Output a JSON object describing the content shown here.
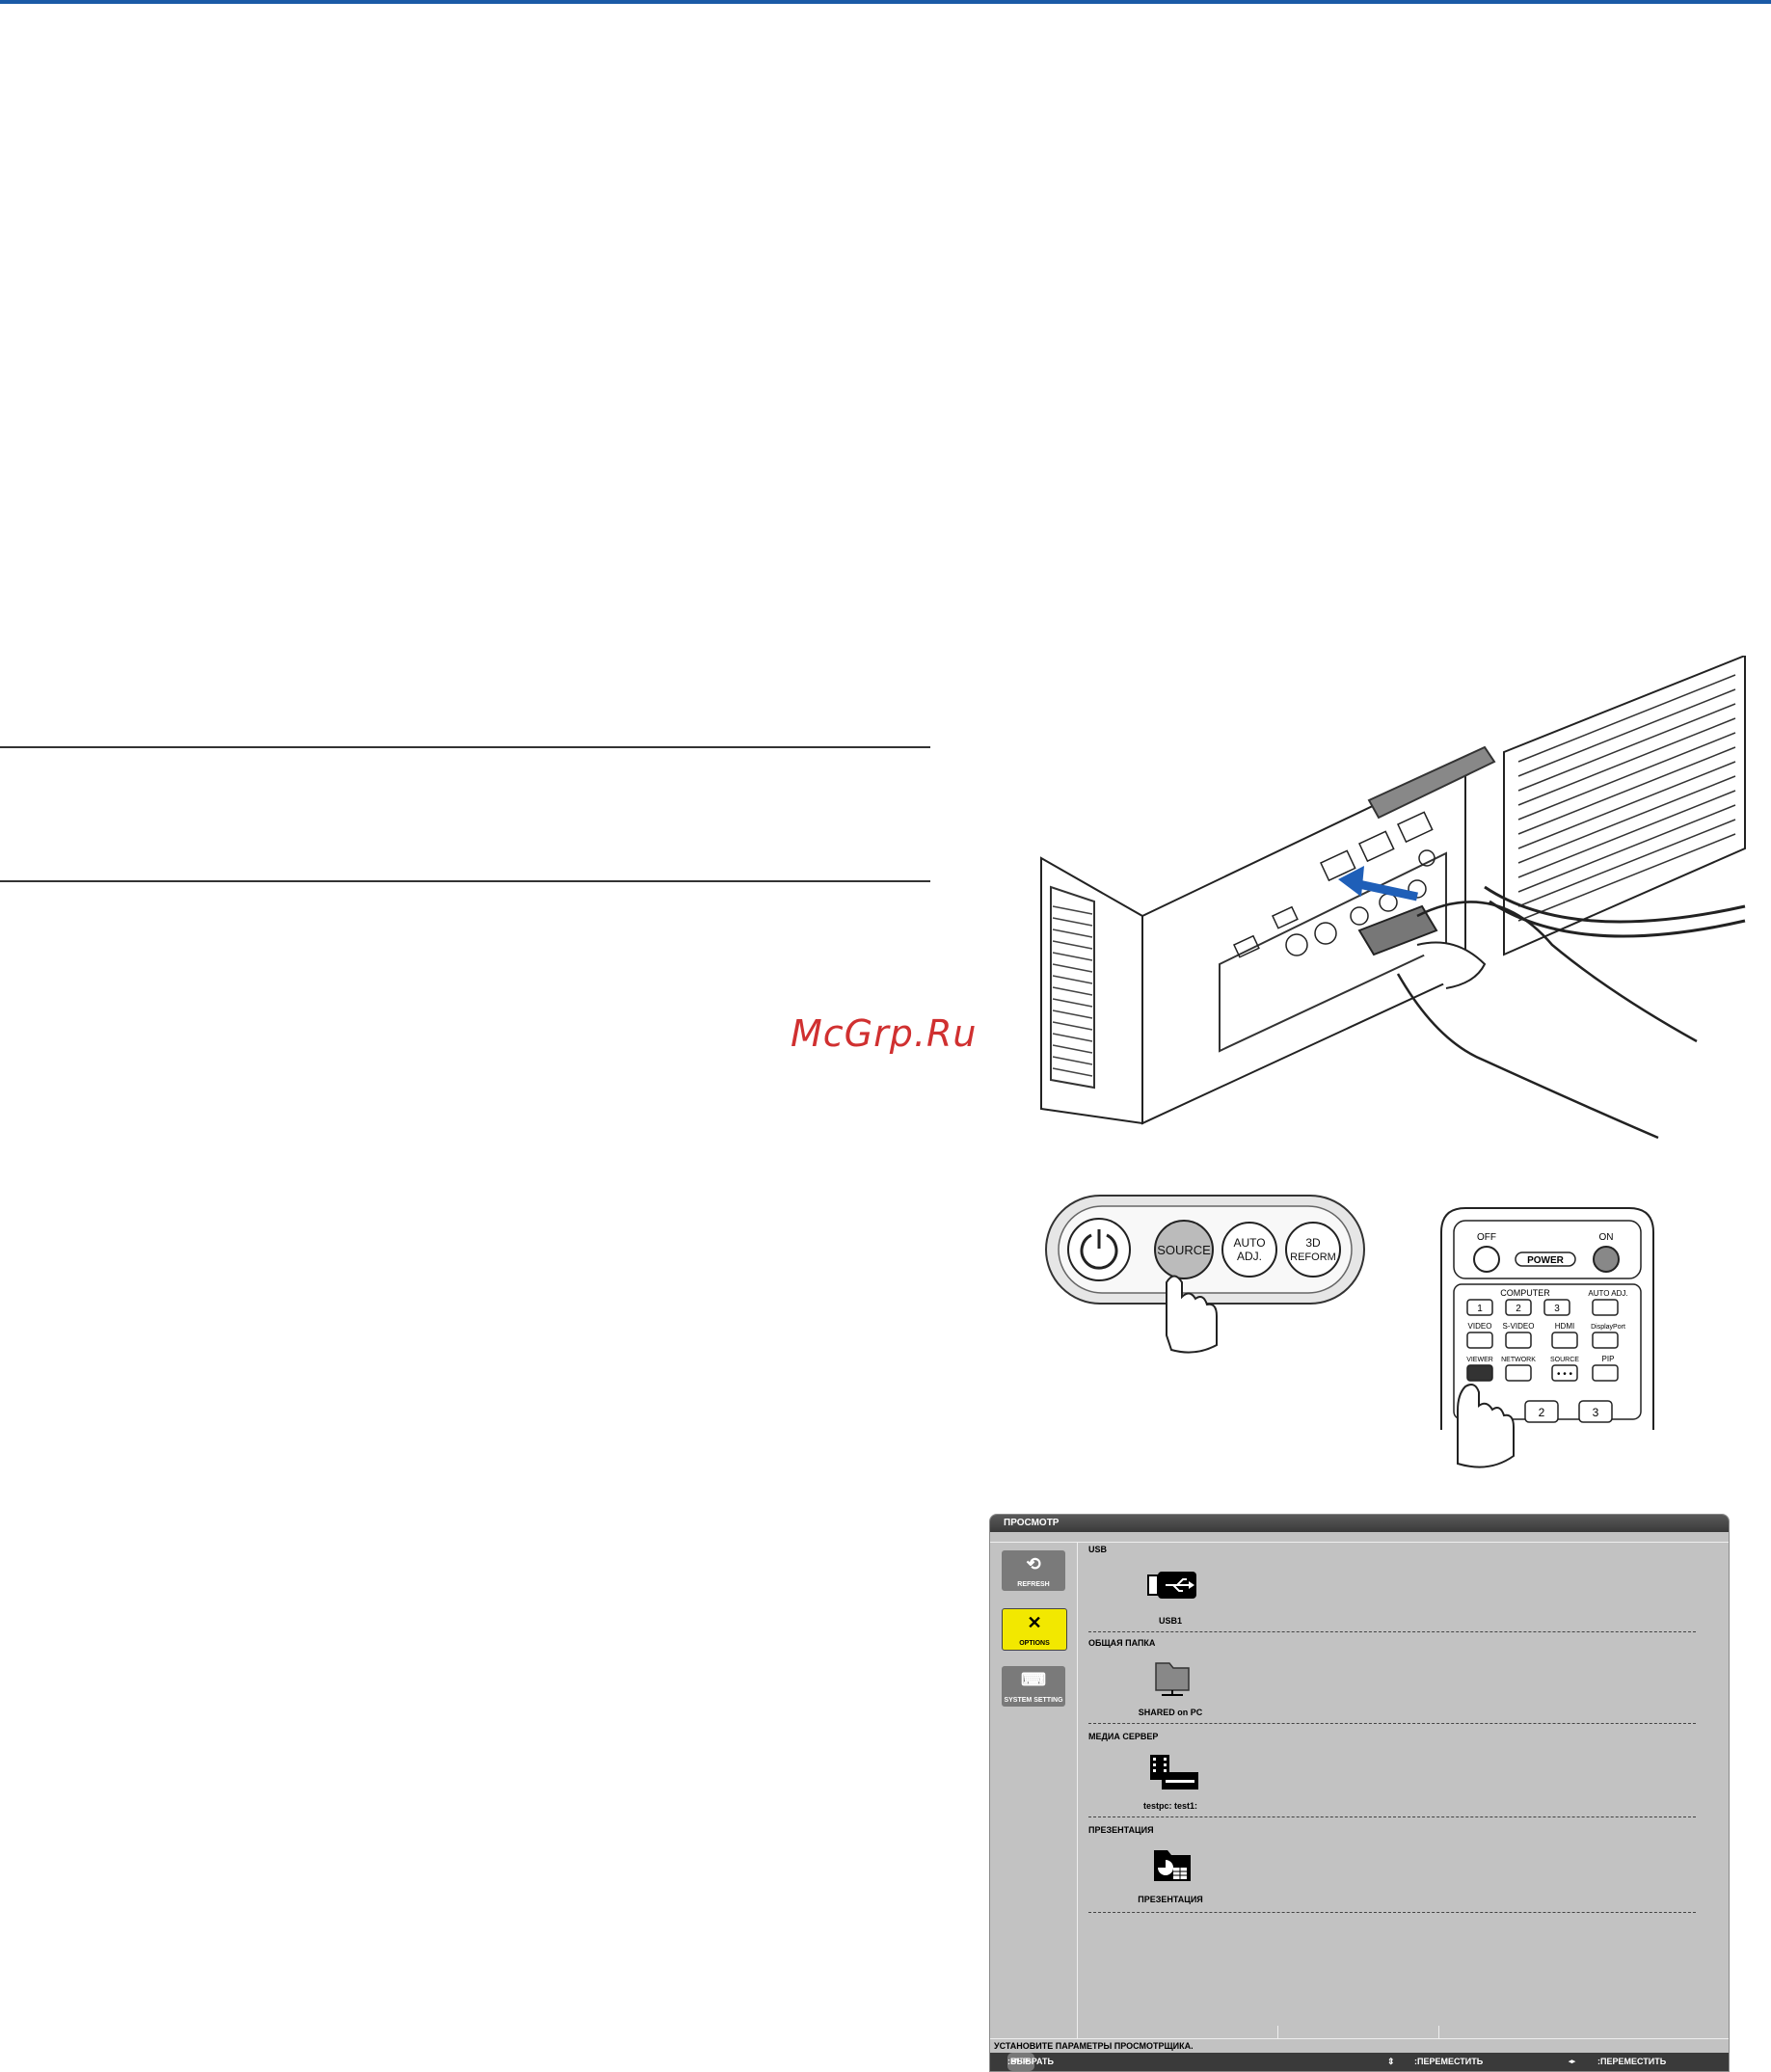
{
  "watermark": "McGrp.Ru",
  "panel": {
    "buttons": [
      "SOURCE",
      "AUTO ADJ.",
      "3D REFORM"
    ]
  },
  "remote": {
    "power": {
      "off": "OFF",
      "label": "POWER",
      "on": "ON"
    },
    "computer_label": "COMPUTER",
    "auto_adj": "AUTO ADJ.",
    "row1": [
      "1",
      "2",
      "3"
    ],
    "row2": [
      "VIDEO",
      "S-VIDEO",
      "HDMI",
      "DisplayPort"
    ],
    "row3": [
      "VIEWER",
      "NETWORK",
      "SOURCE",
      "PIP"
    ],
    "keys": [
      "2",
      "3"
    ]
  },
  "viewer": {
    "title": "ПРОСМОТР",
    "side": [
      {
        "label": "REFRESH",
        "icon": "refresh-icon",
        "active": false
      },
      {
        "label": "OPTIONS",
        "icon": "tools-icon",
        "active": true
      },
      {
        "label": "SYSTEM SETTING",
        "icon": "keyboard-wrench-icon",
        "active": false
      }
    ],
    "sections": [
      {
        "title": "USB",
        "item": "USB1",
        "icon": "usb-drive-icon"
      },
      {
        "title": "ОБЩАЯ ПАПКА",
        "item": "SHARED on PC",
        "icon": "shared-folder-icon"
      },
      {
        "title": "МЕДИА СЕРВЕР",
        "item": "testpc: test1:",
        "icon": "media-server-icon"
      },
      {
        "title": "ПРЕЗЕНТАЦИЯ",
        "item": "ПРЕЗЕНТАЦИЯ",
        "icon": "presentation-icon"
      }
    ],
    "status": "УСТАНОВИТЕ ПАРАМЕТРЫ ПРОСМОТРЩИКА.",
    "help": {
      "enter_key": "ENTER",
      "select": ":ВЫБРАТЬ",
      "updown_symbol": "⇕",
      "move1": ":ПЕРЕМЕСТИТЬ",
      "leftright_symbol": "◂▸",
      "move2": ":ПЕРЕМЕСТИТЬ"
    }
  }
}
